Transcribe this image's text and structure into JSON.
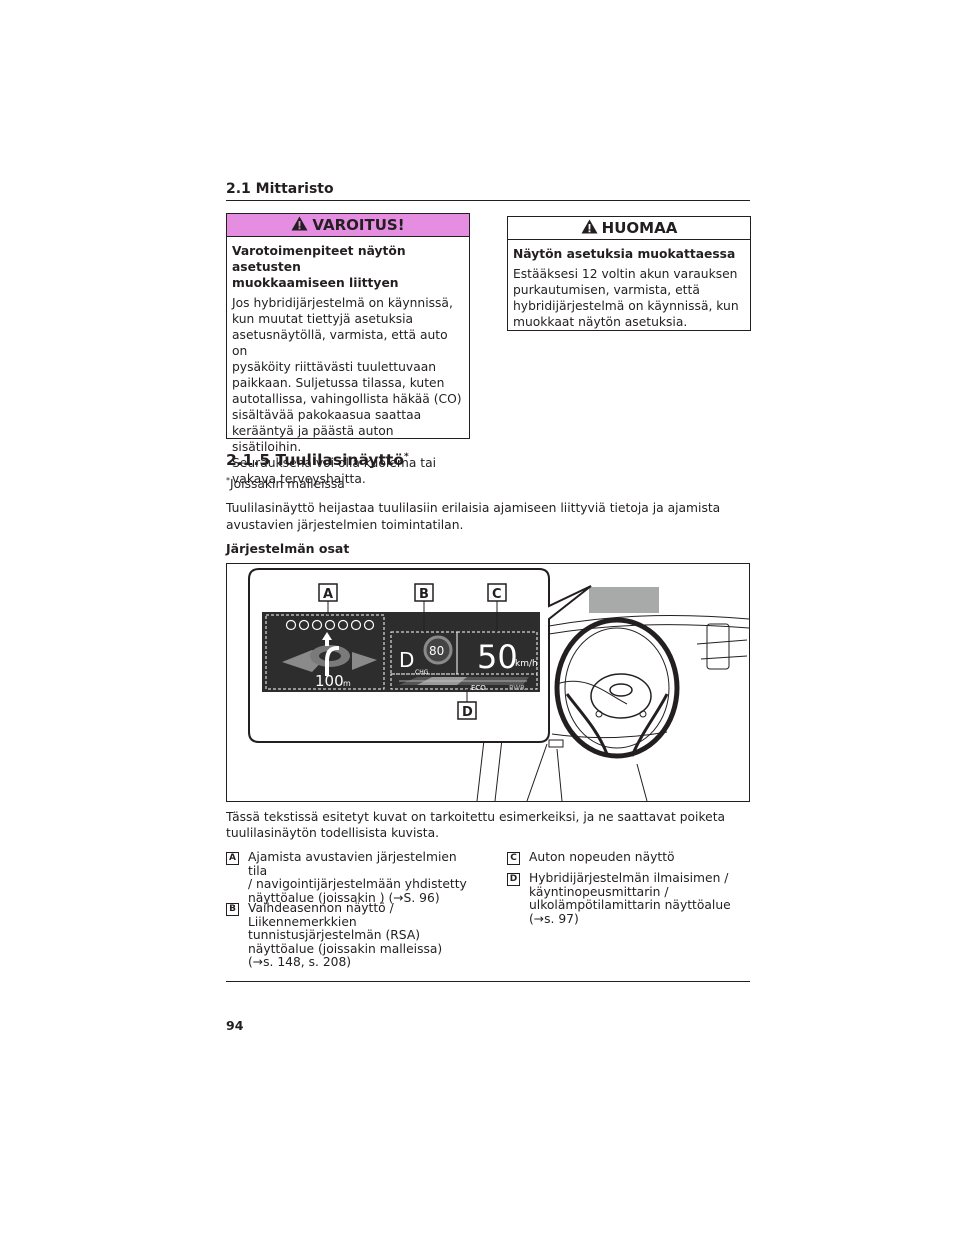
{
  "section": {
    "title": "2.1 Mittaristo"
  },
  "warning": {
    "title": "VAROITUS!",
    "subtitle_line1": "Varotoimenpiteet näytön asetusten",
    "subtitle_line2": "muokkaamiseen liittyen",
    "lines": [
      "Jos hybridijärjestelmä on käynnissä,",
      "kun muutat tiettyjä asetuksia",
      "asetusnäytöllä, varmista, että auto on",
      "pysäköity riittävästi tuulettuvaan",
      "paikkaan. Suljetussa tilassa, kuten",
      "autotallissa, vahingollista häkää (CO)",
      "sisältävää pakokaasua saattaa",
      "kerääntyä ja päästä auton sisätiloihin.",
      "Seurauksena voi olla kuolema tai",
      "vakava terveyshaitta."
    ]
  },
  "notice": {
    "title": "HUOMAA",
    "subtitle": "Näytön asetuksia muokattaessa",
    "lines": [
      "Estääksesi 12 voltin akun varauksen",
      "purkautumisen, varmista, että",
      "hybridijärjestelmä on käynnissä, kun",
      "muokkaat näytön asetuksia."
    ]
  },
  "heading": {
    "number_title": "2.1.5 Tuulilasinäyttö",
    "mark": "*"
  },
  "footnote": {
    "mark": "*",
    "text": "Joissakin malleissa"
  },
  "intro": {
    "line1": "Tuulilasinäyttö heijastaa tuulilasiin erilaisia ajamiseen liittyviä tietoja ja ajamista",
    "line2": "avustavien järjestelmien toimintatilan."
  },
  "subheading": "Järjestelmän osat",
  "figure": {
    "labels": {
      "a": "A",
      "b": "B",
      "c": "C",
      "d": "D"
    },
    "hud": {
      "distance": "100",
      "distance_unit": "m",
      "gear": "D",
      "speed_limit": "80",
      "speed": "50",
      "speed_unit": "km/h",
      "chg": "CHG",
      "eco": "ECO",
      "pwr": "PWR"
    }
  },
  "caption": {
    "line1": "Tässä tekstissä esitetyt kuvat on tarkoitettu esimerkeiksi, ja ne saattavat poiketa",
    "line2": "tuulilasinäytön todellisista kuvista."
  },
  "legend": [
    {
      "key": "A",
      "text": "Ajamista avustavien järjestelmien tila\n/ navigointijärjestelmään yhdistetty\nnäyttöalue (joissakin ) (→S. 96)"
    },
    {
      "key": "B",
      "text": "Vaihdeasennon näyttö /\nLiikennemerkkien\ntunnistusjärjestelmän (RSA)\nnäyttöalue (joissakin malleissa)\n(→s. 148, s. 208)"
    },
    {
      "key": "C",
      "text": "Auton nopeuden näyttö"
    },
    {
      "key": "D",
      "text": "Hybridijärjestelmän ilmaisimen /\nkäyntinopeusmittarin /\nulkolämpötilamittarin näyttöalue\n(→s. 97)"
    }
  ],
  "page_number": "94"
}
